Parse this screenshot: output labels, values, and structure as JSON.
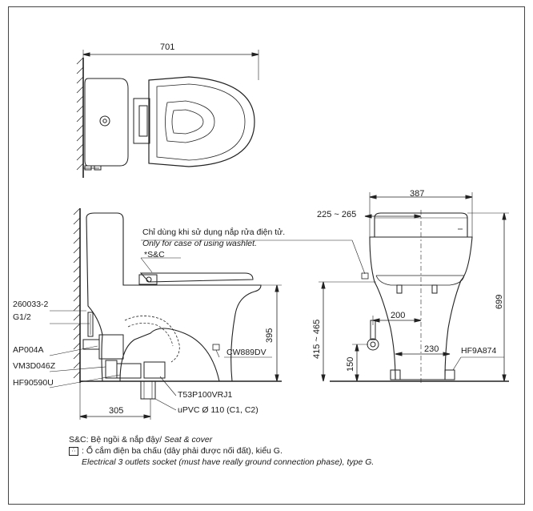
{
  "top_view": {
    "width_dim": "701"
  },
  "side_view": {
    "note_vi": "Chỉ dùng khi sử dụng nắp rửa điện tử.",
    "note_en": "Only for case of using washlet.",
    "seat_label": "*S&C",
    "parts": {
      "p1": "260033-2",
      "p2": "G1/2",
      "p3": "AP004A",
      "p4": "VM3D046Z",
      "p5": "HF90590U",
      "p6": "CW889DV",
      "p7": "T53P100VRJ1",
      "p8": "uPVC Ø 110 (C1, C2)"
    },
    "dims": {
      "height_rim": "395",
      "offset": "305"
    }
  },
  "front_view": {
    "dims": {
      "width": "387",
      "range_top": "225 ~ 265",
      "height_total": "699",
      "range_side": "415 ~ 465",
      "d200": "200",
      "d150": "150",
      "d230": "230"
    },
    "part": "HF9A874"
  },
  "legend": {
    "sc_prefix": "S&C: Bệ ngồi & nắp đậy/ ",
    "sc_en": "Seat & cover",
    "socket_vi": ": Ổ cắm điện ba chấu (dây phải được nối đất), kiểu G.",
    "socket_en": "Electrical 3 outlets socket (must have really ground connection phase), type G."
  }
}
